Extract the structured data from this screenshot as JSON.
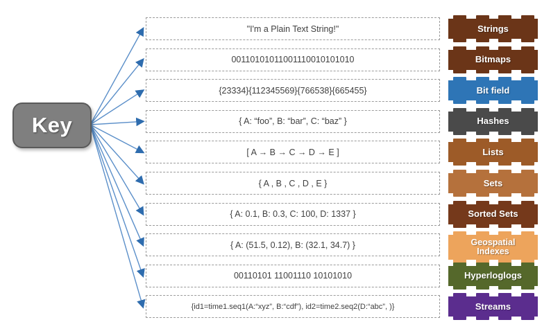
{
  "diagram": {
    "title": "Redis key to data-type value structures",
    "key_node": {
      "label": "Key",
      "fill": "#7F7F7F",
      "border": "#5A5A5A",
      "text_color": "#ffffff"
    },
    "arrow_color": "#3A71B0",
    "arrow_count": 10,
    "value_box": {
      "border_style": "dashed",
      "border_color": "#9A9A9A",
      "fill": "#ffffff"
    },
    "rows": [
      {
        "value": "\"I'm a Plain Text String!\"",
        "brick_label": "Strings",
        "brick_color": "#6B3518",
        "brick_lines": 1
      },
      {
        "value": "00110101011001110010101010",
        "brick_label": "Bitmaps",
        "brick_color": "#6B3518",
        "brick_lines": 1
      },
      {
        "value": "{23334}{112345569}{766538}{665455}",
        "brick_label": "Bit field",
        "brick_color": "#2E75B6",
        "brick_lines": 1
      },
      {
        "value": "{ A: “foo”, B: “bar”, C: “baz”  }",
        "brick_label": "Hashes",
        "brick_color": "#4A4A4A",
        "brick_lines": 1
      },
      {
        "value": "[ A → B → C → D → E ]",
        "brick_label": "Lists",
        "brick_color": "#9D5B28",
        "brick_lines": 1
      },
      {
        "value": "{  A , B , C , D , E  }",
        "brick_label": "Sets",
        "brick_color": "#B5713C",
        "brick_lines": 1
      },
      {
        "value": "{ A: 0.1, B: 0.3, C: 100, D: 1337 }",
        "brick_label": "Sorted Sets",
        "brick_color": "#75391B",
        "brick_lines": 1
      },
      {
        "value": "{ A: (51.5, 0.12), B: (32.1, 34.7)  }",
        "brick_label": "Geospatial Indexes",
        "brick_color": "#EDA45C",
        "brick_lines": 2
      },
      {
        "value": "00110101 11001110 10101010",
        "brick_label": "Hyperloglogs",
        "brick_color": "#55682B",
        "brick_lines": 1
      },
      {
        "value": "{id1=time1.seq1(A:“xyz”, B:“cdf”), id2=time2.seq2(D:“abc”, )}",
        "brick_label": "Streams",
        "brick_color": "#5B2D8E",
        "brick_lines": 1
      }
    ]
  }
}
